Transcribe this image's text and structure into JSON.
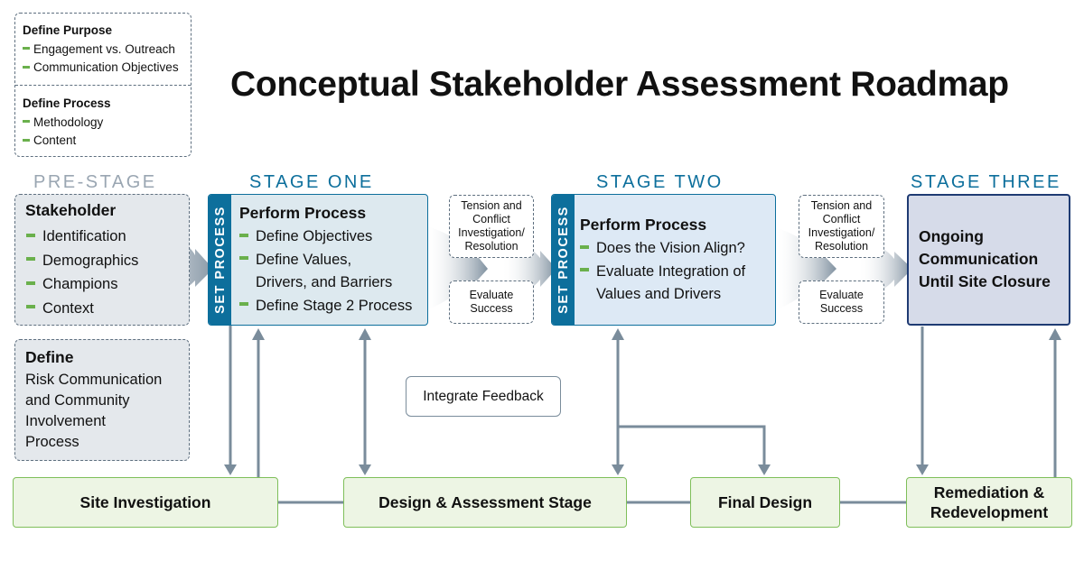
{
  "title": "Conceptual Stakeholder Assessment Roadmap",
  "legend": {
    "purpose_heading": "Define Purpose",
    "purpose_items": [
      "Engagement vs. Outreach",
      "Communication Objectives"
    ],
    "process_heading": "Define Process",
    "process_items": [
      "Methodology",
      "Content"
    ]
  },
  "stages": {
    "pre": "PRE-STAGE",
    "one": "STAGE ONE",
    "two": "STAGE TWO",
    "three": "STAGE THREE"
  },
  "stakeholder_box": {
    "heading": "Stakeholder",
    "items": [
      "Identification",
      "Demographics",
      "Champions",
      "Context"
    ]
  },
  "define_box": {
    "heading": "Define",
    "lines": [
      "Risk Communication",
      "and Community",
      "Involvement",
      "Process"
    ]
  },
  "set_process_label": "SET PROCESS",
  "stage_one_box": {
    "heading": "Perform Process",
    "items": [
      "Define Objectives",
      "Define Values,",
      "Drivers, and Barriers",
      "Define Stage 2 Process"
    ]
  },
  "stage_two_box": {
    "heading": "Perform Process",
    "items": [
      "Does the Vision Align?",
      "Evaluate Integration of",
      "Values and Drivers"
    ]
  },
  "stage_three_box": {
    "lines": [
      "Ongoing",
      "Communication",
      "Until Site Closure"
    ]
  },
  "transition_boxes": {
    "tension": [
      "Tension and",
      "Conflict",
      "Investigation/",
      "Resolution"
    ],
    "evaluate": [
      "Evaluate",
      "Success"
    ]
  },
  "integrate_feedback": "Integrate Feedback",
  "bottom": {
    "site_investigation": "Site Investigation",
    "design_assessment": "Design & Assessment Stage",
    "final_design": "Final Design",
    "remediation_line1": "Remediation &",
    "remediation_line2": "Redevelopment"
  },
  "colors": {
    "stage_label": "#0d6f9c",
    "pre_stage_label": "#9aa6b2",
    "set_bar": "#0d6f9c",
    "stage_box_fill": "#dde9ef",
    "stage_two_fill": "#dde9f5",
    "stage_three_fill": "#d6dbe9",
    "bottom_fill": "#edf5e4",
    "bottom_border": "#7fbf5a",
    "bullet": "#6ab04c",
    "arrow": "#7a8c9b"
  }
}
